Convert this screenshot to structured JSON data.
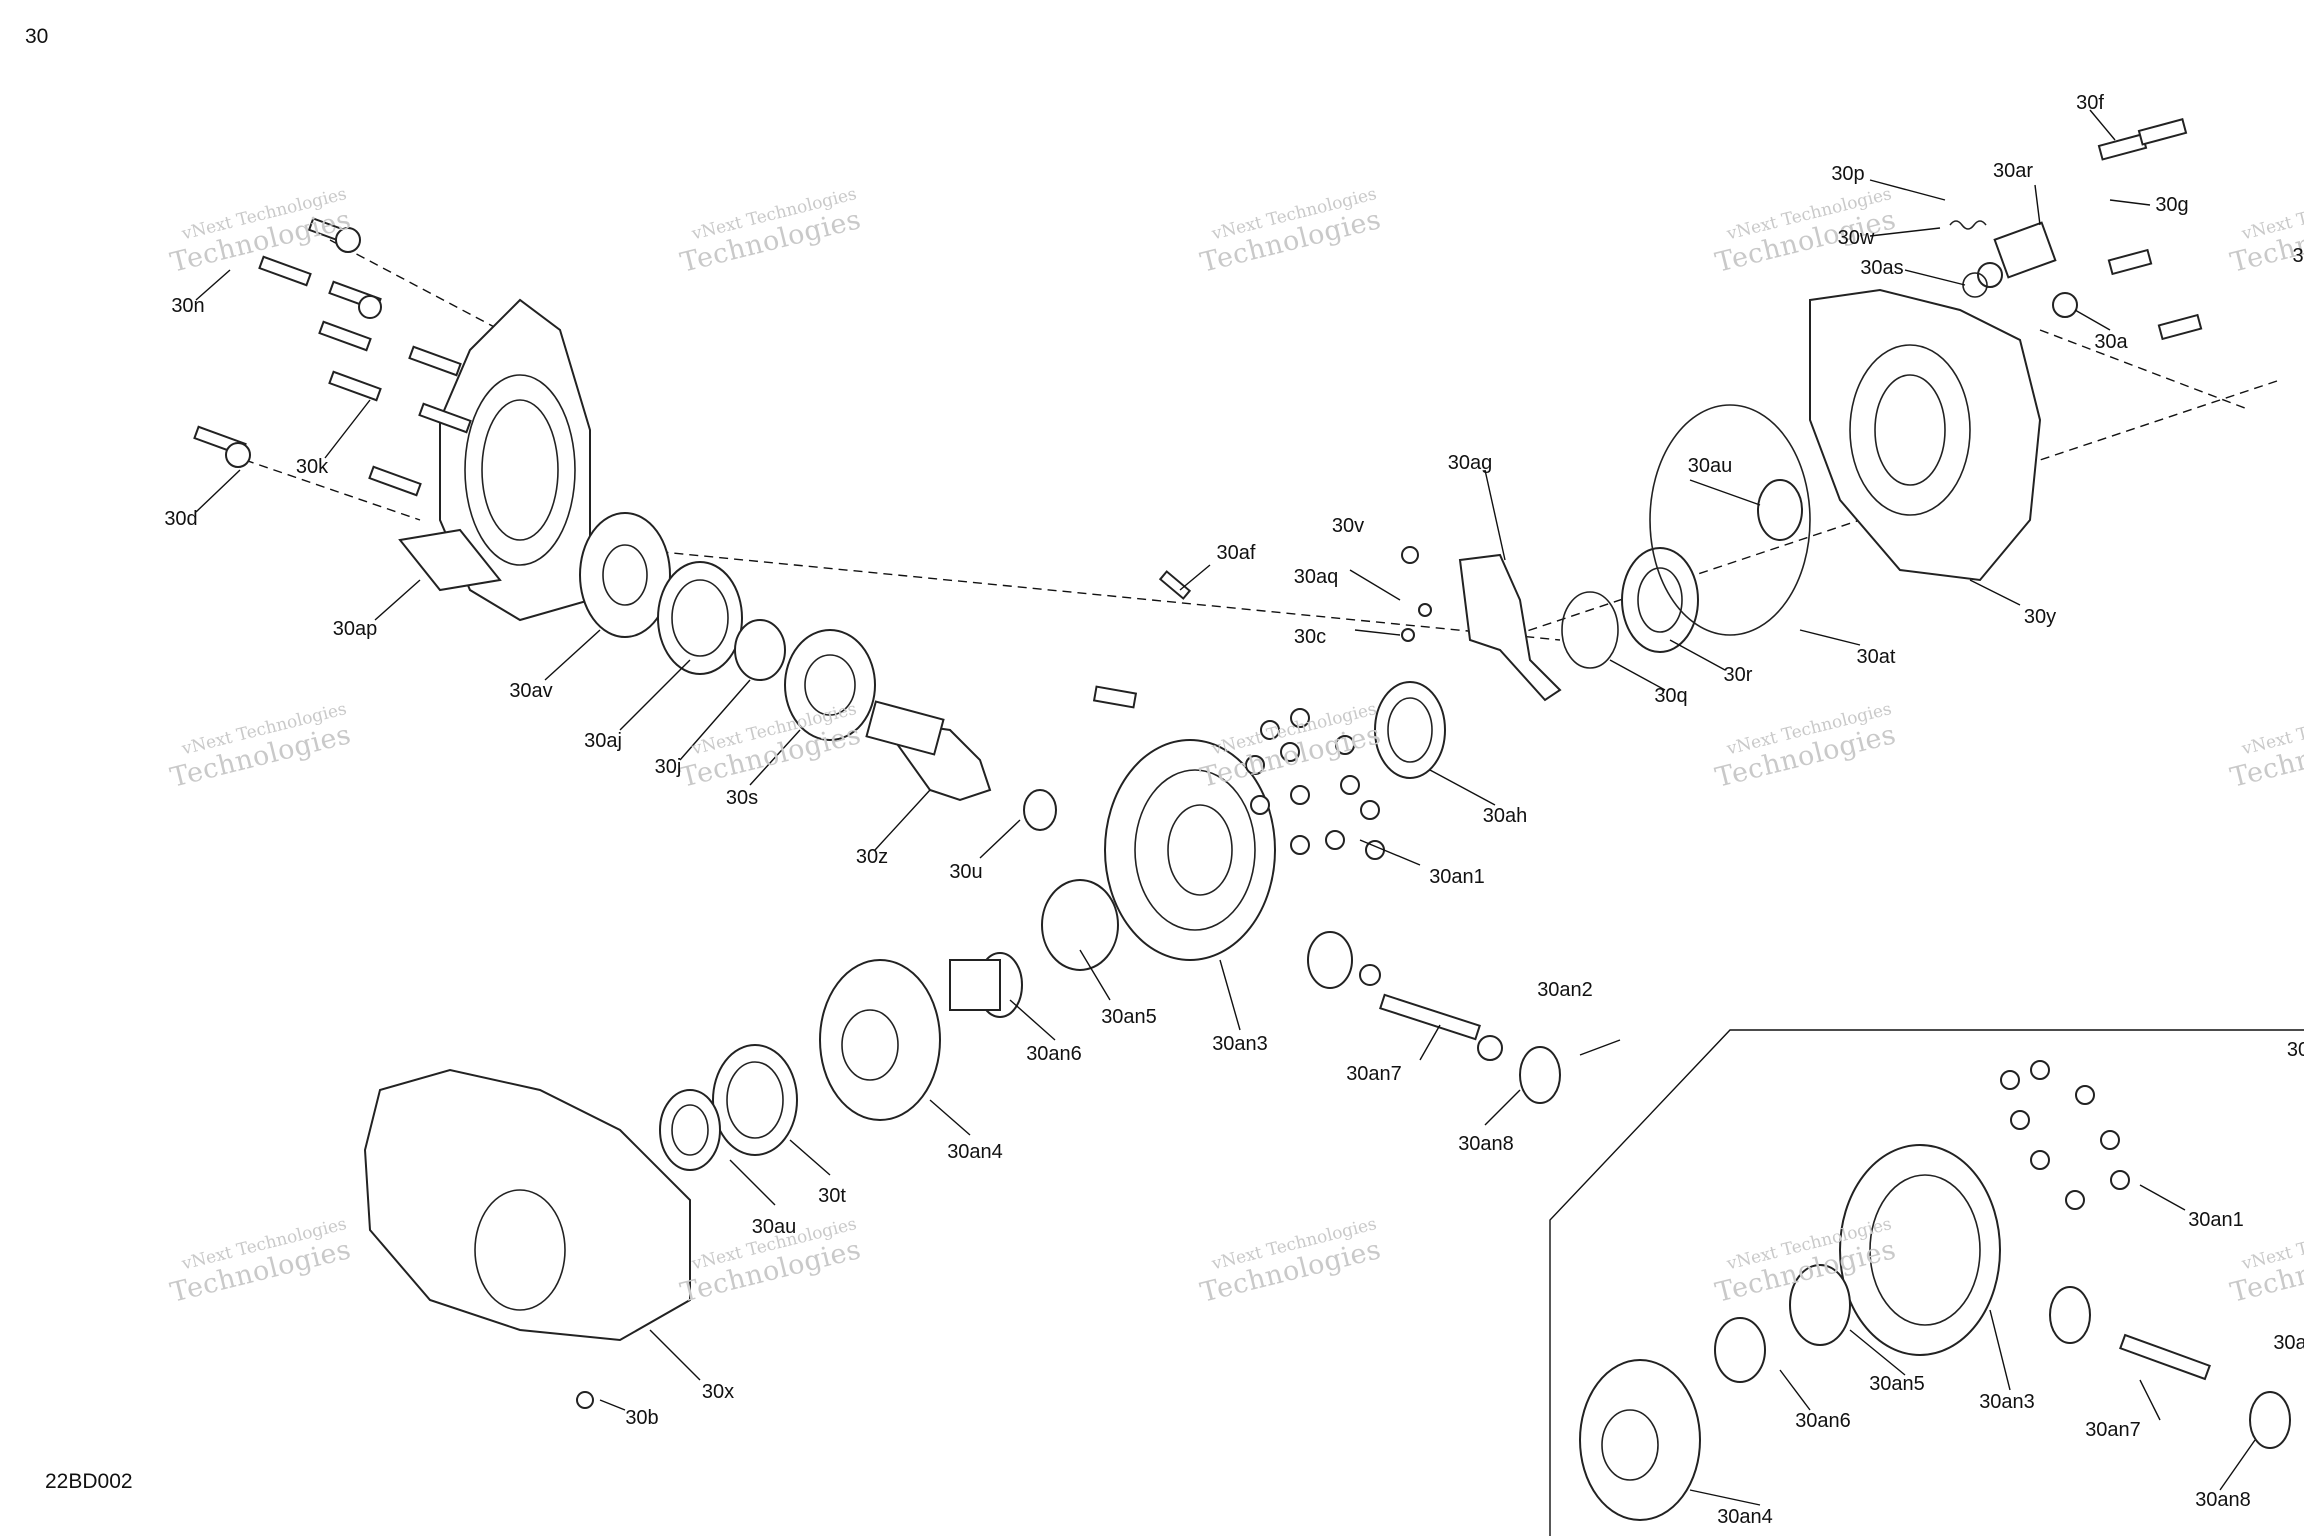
{
  "page_number": "30",
  "drawing_code": "22BD002",
  "watermark": {
    "line1": "vNext Technologies",
    "line2": "Technologies"
  },
  "callouts": {
    "30n": "30n",
    "30k": "30k",
    "30d": "30d",
    "30ap": "30ap",
    "30av": "30av",
    "30aj": "30aj",
    "30j": "30j",
    "30s": "30s",
    "30z": "30z",
    "30u": "30u",
    "30af": "30af",
    "30v": "30v",
    "30aq": "30aq",
    "30c": "30c",
    "30ag": "30ag",
    "30ah": "30ah",
    "30an1": "30an1",
    "30au_top": "30au",
    "30r": "30r",
    "30q": "30q",
    "30at": "30at",
    "30y": "30y",
    "30f": "30f",
    "30p": "30p",
    "30ar": "30ar",
    "30g": "30g",
    "30w": "30w",
    "30as": "30as",
    "30a": "30a",
    "30an2": "30an2",
    "30an5": "30an5",
    "30an6": "30an6",
    "30an3": "30an3",
    "30an4": "30an4",
    "30an7": "30an7",
    "30an8": "30an8",
    "30t": "30t",
    "30au_bottom": "30au",
    "30x": "30x",
    "30b": "30b"
  },
  "inset": {
    "an1": "30an1",
    "an5": "30an5",
    "an3": "30an3",
    "an6": "30an6",
    "an7": "30an7",
    "an4": "30an4",
    "an8": "30an8",
    "edge_cut_1": "30",
    "edge_cut_2": "30a",
    "edge_cut_3": "3"
  }
}
